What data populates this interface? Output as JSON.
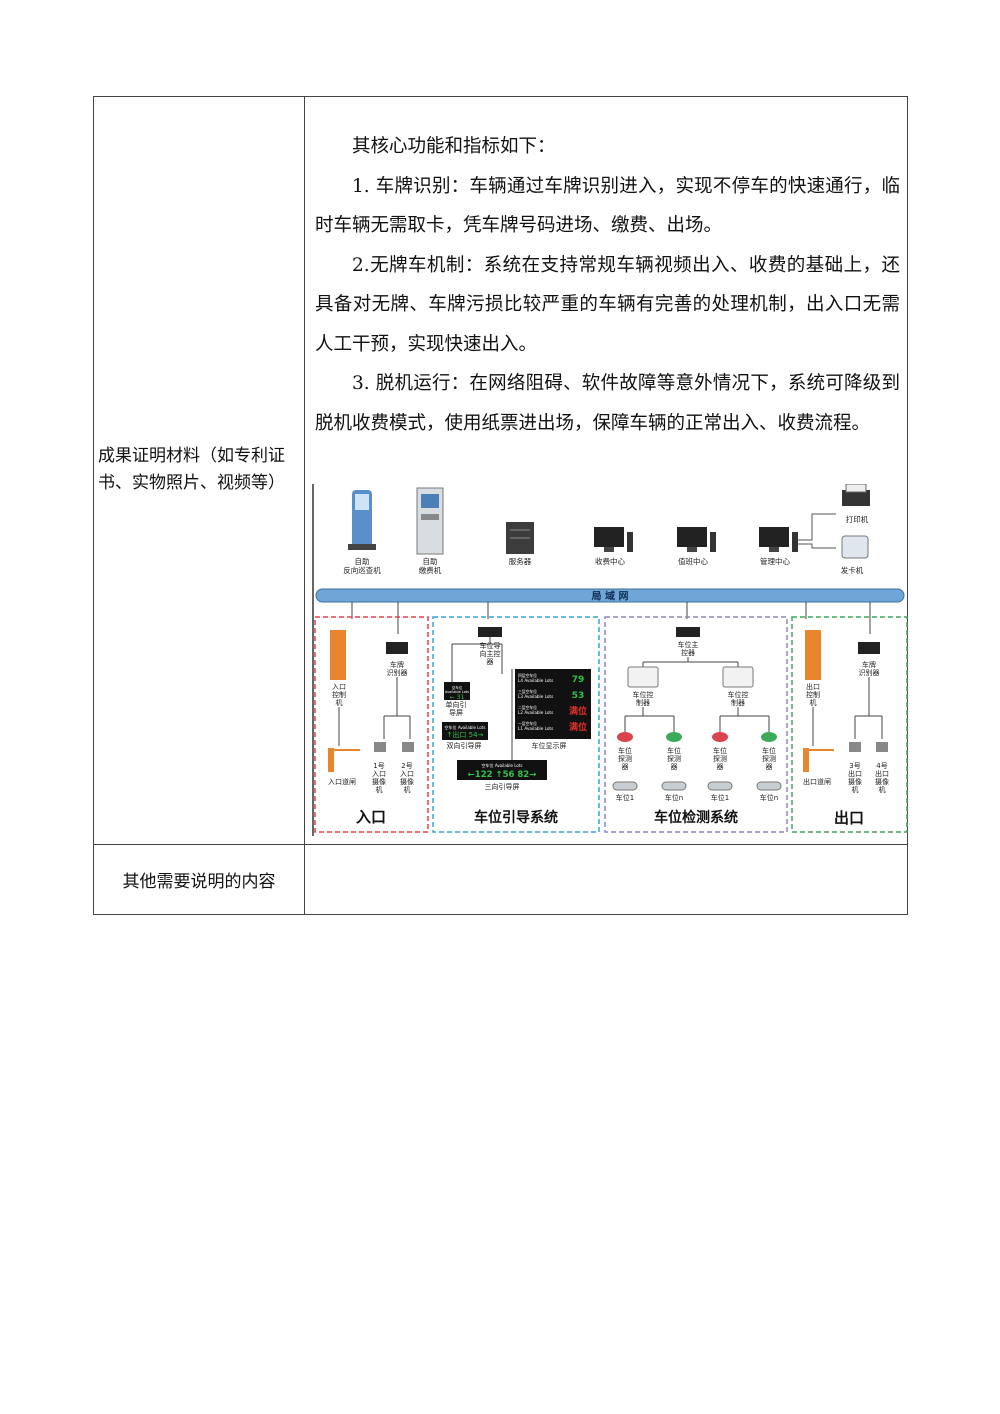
{
  "left_labels": {
    "result_materials": "成果证明材料（如专利证书、实物照片、视频等）",
    "other_notes": "其他需要说明的内容"
  },
  "paragraphs": [
    "其核心功能和指标如下：",
    "1. 车牌识别：车辆通过车牌识别进入，实现不停车的快速通行，临时车辆无需取卡，凭车牌号码进场、缴费、出场。",
    "2.无牌车机制：系统在支持常规车辆视频出入、收费的基础上，还具备对无牌、车牌污损比较严重的车辆有完善的处理机制，出入口无需人工干预，实现快速出入。",
    "3. 脱机运行：在网络阻碍、软件故障等意外情况下，系统可降级到脱机收费模式，使用纸票进出场，保障车辆的正常出入、收费流程。"
  ],
  "diagram": {
    "top_devices": [
      "自助反向巡查机",
      "自助缴费机",
      "服务器",
      "收费中心",
      "值班中心",
      "管理中心"
    ],
    "top_devices_l1": [
      "自助",
      "自助",
      "服务器",
      "收费中心",
      "值班中心",
      "管理中心"
    ],
    "top_devices_l2": [
      "反向巡查机",
      "缴费机",
      "",
      "",
      "",
      ""
    ],
    "peripherals": [
      "打印机",
      "发卡机"
    ],
    "network": "局  域  网",
    "zones": {
      "entrance": {
        "title": "入口",
        "controller": [
          "入口",
          "控制",
          "机"
        ],
        "recognizer": [
          "车牌",
          "识别器"
        ],
        "gate": "入口道闸",
        "cam1": [
          "1号",
          "入口",
          "摄像",
          "机"
        ],
        "cam2": [
          "2号",
          "入口",
          "摄像",
          "机"
        ]
      },
      "guidance": {
        "title": "车位引导系统",
        "master": [
          "车位导",
          "向主控",
          "器"
        ],
        "single": [
          "单向引",
          "导屏"
        ],
        "double": "双向引导屏",
        "triple": "三向引导屏",
        "display": "车位显示屏",
        "single_screen": [
          "空车位",
          "Available Lots",
          "← 31"
        ],
        "double_screen": [
          "空车位 Available Lots",
          "↑出口 54→"
        ],
        "triple_screen": [
          "空车位 Available Lots",
          "←122  ↑56  82→"
        ],
        "display_rows": [
          {
            "label": "四层空车位",
            "sub": "L4 Available Lots",
            "value": "79",
            "color": "#2ec24a"
          },
          {
            "label": "三层空车位",
            "sub": "L3 Available Lots",
            "value": "53",
            "color": "#2ec24a"
          },
          {
            "label": "二层空车位",
            "sub": "L2 Available Lots",
            "value": "满位",
            "color": "#e0302a"
          },
          {
            "label": "一层空车位",
            "sub": "L1 Available Lots",
            "value": "满位",
            "color": "#e0302a"
          }
        ]
      },
      "detection": {
        "title": "车位检测系统",
        "master": [
          "车位主",
          "控器"
        ],
        "ctrl": [
          "车位控",
          "制器"
        ],
        "detector": [
          "车位",
          "探测",
          "器"
        ],
        "slots": [
          "车位1",
          "车位n",
          "车位1",
          "车位n"
        ]
      },
      "exit": {
        "title": "出口",
        "controller": [
          "出口",
          "控制",
          "机"
        ],
        "recognizer": [
          "车牌",
          "识别器"
        ],
        "gate": "出口道闸",
        "cam3": [
          "3号",
          "出口",
          "摄像",
          "机"
        ],
        "cam4": [
          "4号",
          "出口",
          "摄像",
          "机"
        ]
      }
    },
    "colors": {
      "entrance": "#e8404a",
      "guidance": "#3aa3d8",
      "detection": "#8f86c2",
      "exit": "#3daa5a",
      "network": "#5b9bd5",
      "orange": "#e8862d"
    }
  }
}
